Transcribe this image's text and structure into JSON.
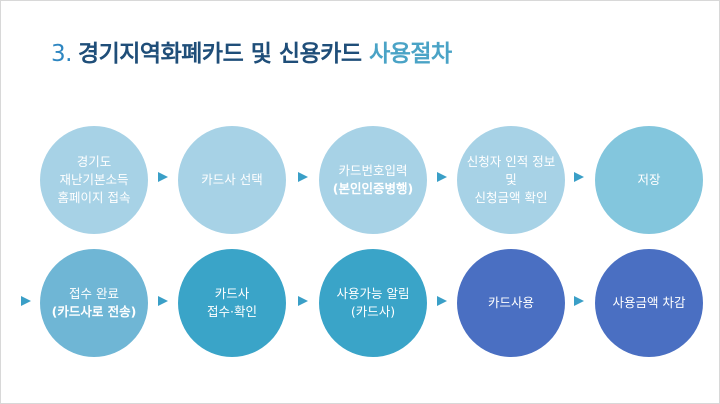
{
  "title": {
    "number": "3.",
    "main": "경기지역화폐카드 및 신용카드",
    "accent": "사용절차"
  },
  "steps": [
    {
      "lines": [
        "경기도",
        "재난기본소득",
        "홈페이지 접속"
      ]
    },
    {
      "lines": [
        "카드사 선택"
      ]
    },
    {
      "lines": [
        "카드번호입력"
      ],
      "note": "(본인인증병행)"
    },
    {
      "lines": [
        "신청자 인적 정보",
        "및",
        "신청금액 확인"
      ]
    },
    {
      "lines": [
        "저장"
      ]
    },
    {
      "lines": [
        "접수 완료"
      ],
      "note": "(카드사로 전송)"
    },
    {
      "lines": [
        "카드사",
        "접수·확인"
      ]
    },
    {
      "lines": [
        "사용가능 알림",
        "(카드사)"
      ]
    },
    {
      "lines": [
        "카드사용"
      ]
    },
    {
      "lines": [
        "사용금액 차감"
      ]
    }
  ],
  "colors": {
    "title_main": "#1f4e79",
    "title_accent": "#4aa3c6",
    "arrow": "#3a9fc7",
    "step_light": "#a7d2e6",
    "step_teal": "#3aa4c8",
    "step_indigo": "#4a6fc2"
  }
}
